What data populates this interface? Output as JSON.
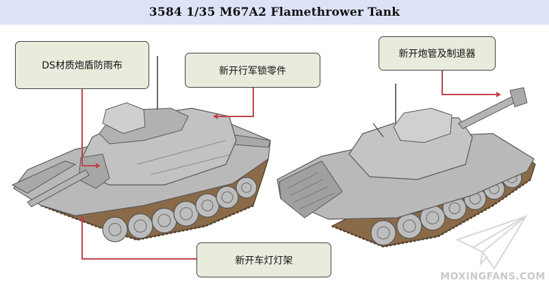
{
  "title": "3584  1/35 M67A2 Flamethrower Tank",
  "callouts": {
    "mantlet_cover": "DS材质炮盾防雨布",
    "travel_lock": "新开行军锁零件",
    "barrel_muzzle": "新开炮管及制退器",
    "headlight_guard": "新开车灯灯架"
  },
  "watermark": "MOXINGFANS.COM",
  "colors": {
    "title_band": "#dde3f6",
    "callout_fill": "#e7ecdc",
    "leader_line": "#c0404a",
    "tank_hull": "#b9b9b9",
    "tracks": "#8a6a48"
  }
}
